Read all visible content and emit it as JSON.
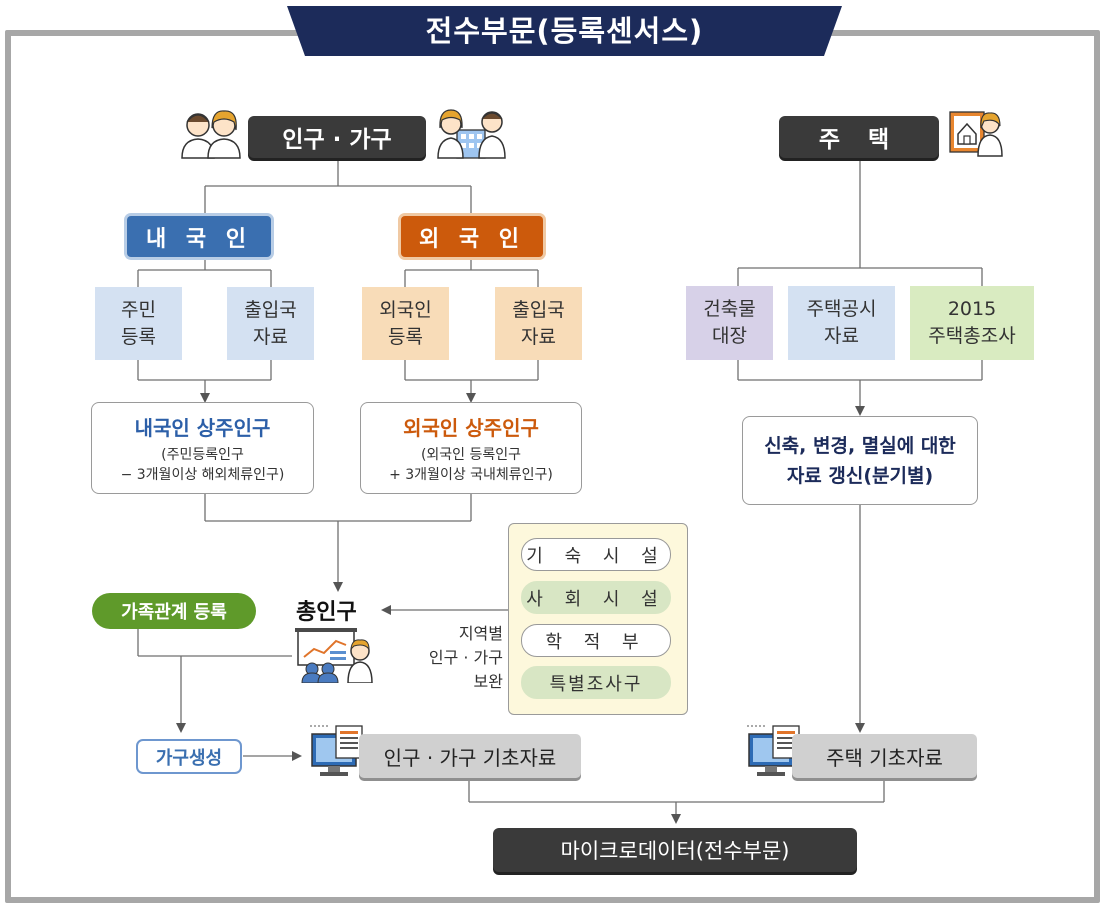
{
  "title": "전수부문(등록센서스)",
  "population": {
    "header": "인구 · 가구",
    "domestic": {
      "label": "내 국 인",
      "sources": [
        {
          "line1": "주민",
          "line2": "등록"
        },
        {
          "line1": "출입국",
          "line2": "자료"
        }
      ],
      "resident": {
        "title": "내국인 상주인구",
        "line1": "(주민등록인구",
        "line2": "− 3개월이상 해외체류인구)"
      }
    },
    "foreign": {
      "label": "외 국 인",
      "sources": [
        {
          "line1": "외국인",
          "line2": "등록"
        },
        {
          "line1": "출입국",
          "line2": "자료"
        }
      ],
      "resident": {
        "title": "외국인 상주인구",
        "line1": "(외국인 등록인구",
        "line2": "+ 3개월이상 국내체류인구)"
      }
    },
    "family": "가족관계 등록",
    "total": "총인구",
    "regional_note": [
      "지역별",
      "인구 · 가구",
      "보완"
    ],
    "supplements": [
      "기 숙 시 설",
      "사 회 시 설",
      "학 적 부",
      "특별조사구"
    ],
    "household": "가구생성",
    "base": "인구 · 가구 기초자료"
  },
  "housing": {
    "header": "주 택",
    "sources": [
      {
        "line1": "건축물",
        "line2": "대장"
      },
      {
        "line1": "주택공시",
        "line2": "자료"
      },
      {
        "line1": "2015",
        "line2": "주택총조사"
      }
    ],
    "update": {
      "line1": "신축, 변경, 멸실에 대한",
      "line2": "자료 갱신(분기별)"
    },
    "base": "주택 기초자료"
  },
  "final": "마이크로데이터(전수부문)",
  "colors": {
    "navy": "#1c2b5a",
    "domestic": "#3a6fb0",
    "foreign": "#cc5a0c",
    "family": "#5f9a2a",
    "dark": "#3a3a3a"
  }
}
